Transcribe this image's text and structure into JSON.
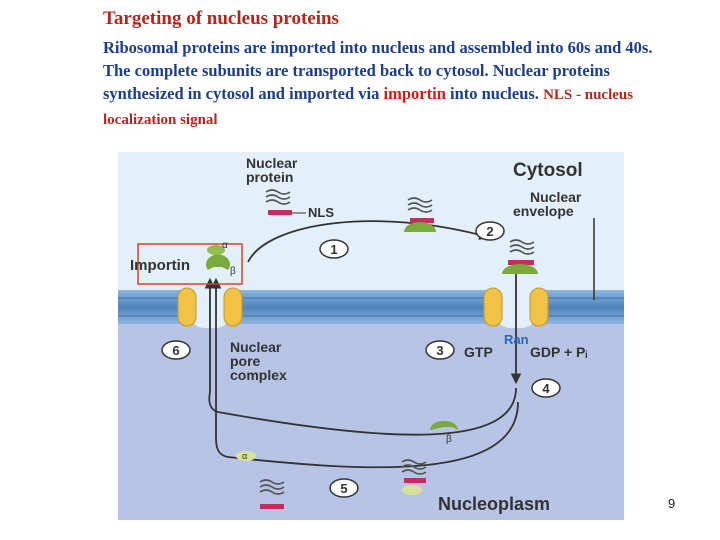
{
  "slide": {
    "title": "Targeting of nucleus proteins",
    "text_part1": "Ribosomal proteins are imported into nucleus and assembled into 60s and 40s. The complete subunits are transported back to cytosol. Nuclear proteins synthesized in cytosol and imported via ",
    "text_importin": "importin",
    "text_part2": " into nucleus. ",
    "text_nls": "NLS - nucleus localization signal",
    "page_number": "9"
  },
  "diagram": {
    "nuclear_protein_l1": "Nuclear",
    "nuclear_protein_l2": "protein",
    "nls": "NLS",
    "cytosol": "Cytosol",
    "nuclear_envelope_l1": "Nuclear",
    "nuclear_envelope_l2": "envelope",
    "importin": "Importin",
    "alpha": "α",
    "beta": "β",
    "npc_l1": "Nuclear",
    "npc_l2": "pore",
    "npc_l3": "complex",
    "ran": "Ran",
    "gtp": "GTP",
    "gdp": "GDP + Pᵢ",
    "nucleoplasm": "Nucleoplasm",
    "steps": [
      "1",
      "2",
      "3",
      "4",
      "5",
      "6"
    ]
  },
  "colors": {
    "title": "#b3261e",
    "body_text": "#1c3d8c",
    "highlight": "#d11a1a",
    "cytosol_bg": "#e4f0f9",
    "nucleoplasm_bg": "#b8c4e6",
    "envelope": "#5d8fc6",
    "importin_box": "#d9412b",
    "protein_green": "#7aaa3c",
    "nls_tag": "#c0305a",
    "ran_label": "#2a66b8"
  }
}
